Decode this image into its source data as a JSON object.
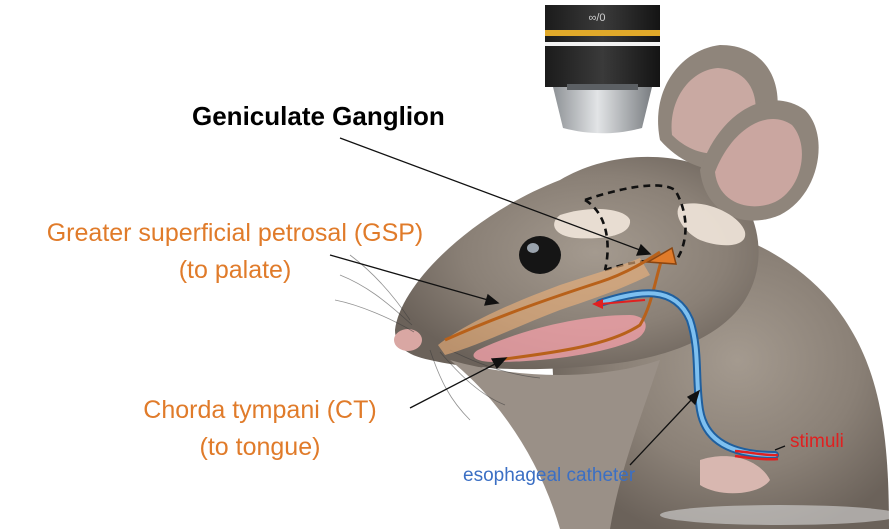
{
  "labels": {
    "geniculate_ganglion": "Geniculate Ganglion",
    "gsp_line1": "Greater superficial petrosal (GSP)",
    "gsp_line2": "(to palate)",
    "ct_line1": "Chorda tympani (CT)",
    "ct_line2": "(to tongue)",
    "catheter": "esophageal catheter",
    "stimuli": "stimuli"
  },
  "microscope": {
    "objective_marking": "∞/0"
  },
  "icons": [
    "microscope-objective-icon",
    "mouse-illustration"
  ],
  "colors": {
    "nerve_orange": "#e07b2a",
    "nerve_outline": "#b8611a",
    "tongue_pink": "#f0a0a8",
    "catheter_blue": "#3f8fd4",
    "stimuli_red": "#e02020",
    "ganglion_label": "#000000",
    "catheter_label": "#3b6fc4"
  }
}
